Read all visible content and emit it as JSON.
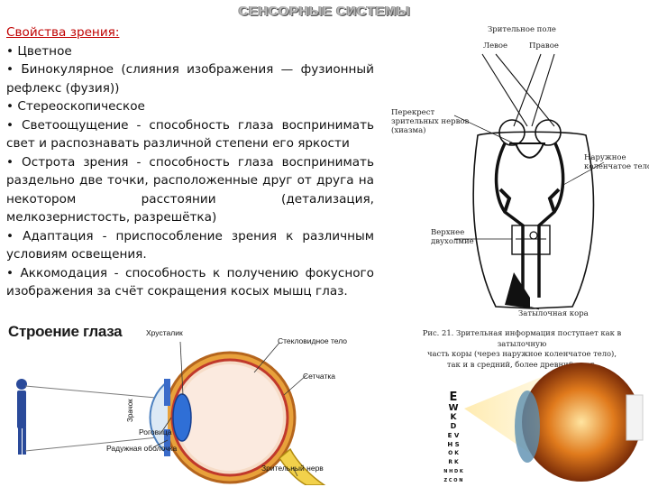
{
  "header": {
    "title": "СЕНСОРНЫЕ СИСТЕМЫ"
  },
  "properties": {
    "heading": "Свойства зрения:",
    "items": [
      "• Цветное",
      "• Бинокулярное (слияния изображения — фузионный рефлекс (фузия))",
      "• Стереоскопическое",
      "• Светоощущение - способность глаза воспринимать свет и распознавать различной степени его яркости",
      "• Острота зрения - способность глаза воспринимать раздельно две точки, расположенные друг от друга на некотором расстоянии (детализация, мелкозернистость, разрешётка)",
      "• Адаптация - приспособление зрения к различным условиям освещения.",
      "• Аккомодация - способность к получению фокусного изображения за счёт сокращения косых мышц глаз."
    ]
  },
  "eye_structure": {
    "title": "Строение глаза",
    "labels": {
      "lens": "Хрусталик",
      "vitreous": "Стекловидное тело",
      "retina": "Сетчатка",
      "cornea": "Роговица",
      "iris": "Радужная оболочка",
      "optic_nerve": "Зрительный нерв",
      "pupil": "Зрачок"
    }
  },
  "visual_pathway": {
    "labels": {
      "visual_field": "Зрительное поле",
      "left": "Левое",
      "right": "Правое",
      "chiasm": "Перекрест\nзрительных нервов\n(хиазма)",
      "lgn": "Наружное\nколенчатое тело",
      "colliculus": "Верхнее\nдвухолмие",
      "occipital": "Затылочная кора"
    },
    "caption": [
      "Рис. 21. Зрительная информация поступает как в затылочную",
      "часть коры (через наружное коленчатое тело),",
      "так и в средний, более древний мозг."
    ]
  },
  "eye_chart": {
    "lines": [
      "E",
      "W",
      "K",
      "D",
      "E V",
      "H S",
      "O K",
      "R K",
      "N H D K",
      "Z C O N"
    ]
  }
}
